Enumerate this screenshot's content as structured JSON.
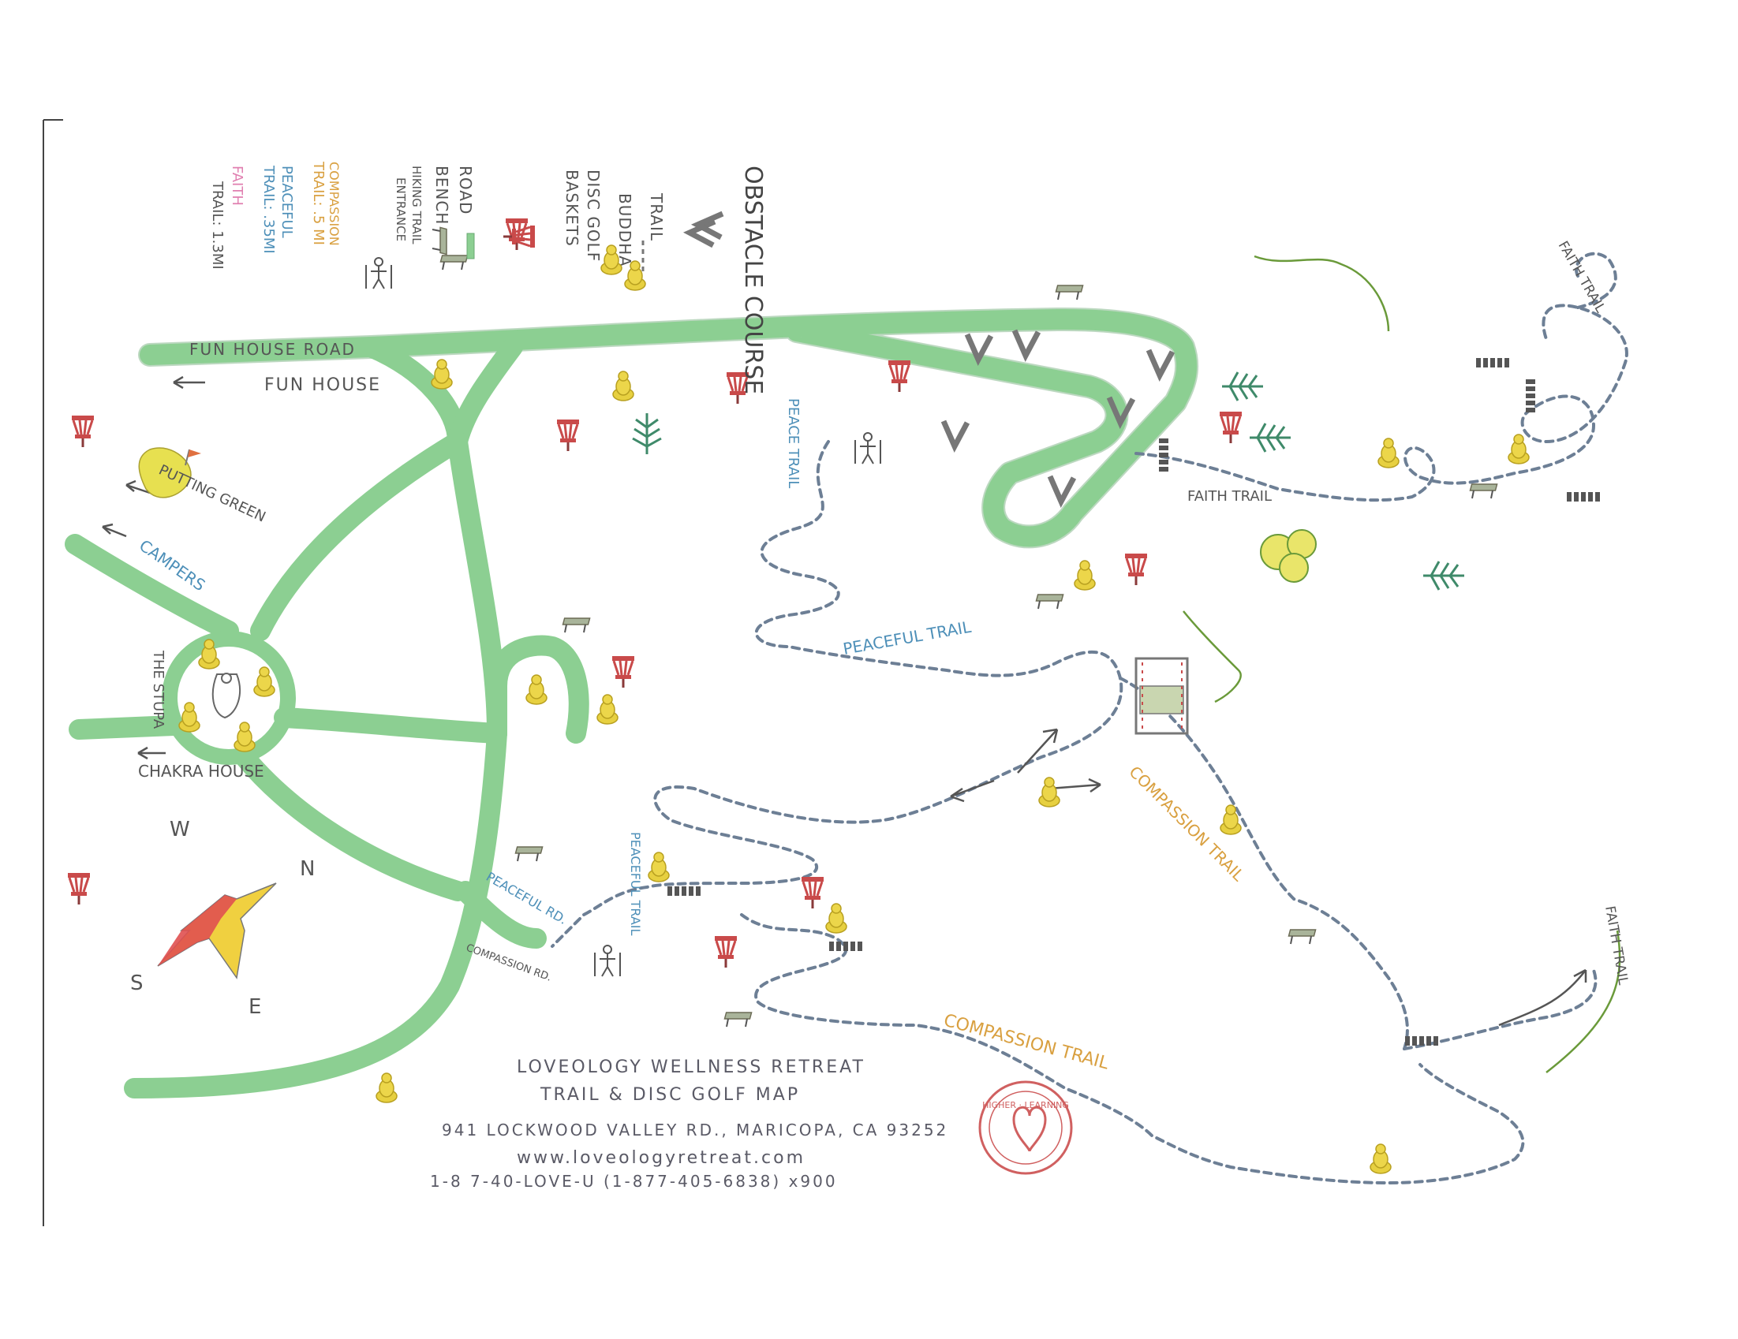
{
  "title": {
    "line1": "LOVEOLOGY WELLNESS RETREAT",
    "line2": "TRAIL & DISC GOLF MAP",
    "address": "941 LOCKWOOD VALLEY RD., MARICOPA, CA 93252",
    "website": "www.loveologyretreat.com",
    "phone": "1-8 7-40-LOVE-U  (1-877-405-6838) x900"
  },
  "legend": {
    "obstacle_course": "OBSTACLE COURSE",
    "trail": "TRAIL",
    "buddha": "BUDDHA",
    "disc_golf": "DISC GOLF",
    "baskets": "BASKETS",
    "road": "ROAD",
    "bench": "BENCH",
    "hiking_trail": "HIKING TRAIL",
    "entrance": "ENTRANCE",
    "compassion": "COMPASSION",
    "compassion_len": "TRAIL: .5 MI",
    "peaceful": "PEACEFUL",
    "peaceful_len": "TRAIL: .35MI",
    "faith": "FAITH",
    "faith_len": "TRAIL: 1.3MI"
  },
  "labels": {
    "fun_house_road": "FUN HOUSE ROAD",
    "fun_house": "FUN HOUSE",
    "putting_green": "PUTTING GREEN",
    "campers": "CAMPERS",
    "the_stupa": "THE STUPA",
    "chakra_house": "CHAKRA HOUSE",
    "peace_trail": "PEACE TRAIL",
    "peaceful_trail_mid": "PEACEFUL TRAIL",
    "faith_trail_mid": "FAITH TRAIL",
    "faith_trail_top": "FAITH TRAIL",
    "faith_trail_bottom": "FAITH TRAIL",
    "compassion_trail_mid": "COMPASSION TRAIL",
    "compassion_trail_low": "COMPASSION TRAIL",
    "peaceful_trail_low": "PEACEFUL TRAIL",
    "peaceful_rd": "PEACEFUL RD.",
    "compassion_rd": "COMPASSION RD.",
    "stamp_text": "HIGHER · LEARNING"
  },
  "compass": {
    "n": "N",
    "s": "S",
    "e": "E",
    "w": "W"
  },
  "colors": {
    "road": "#8ccf92",
    "trail": "#6d7f95",
    "buddha": "#e7d040",
    "basket": "#c94a4a",
    "label_blue": "#4d8fb8",
    "label_orange": "#d9a040",
    "label_pink": "#e07fb0",
    "star_red": "#e05050",
    "star_yellow": "#f0d040"
  },
  "icons": {
    "buddha": "buddha-icon",
    "basket": "disc-golf-basket-icon",
    "bench": "bench-icon",
    "tree": "pine-tree-icon",
    "entrance": "hiking-trail-entrance-icon",
    "obstacle": "obstacle-icon",
    "ladder": "ladder-steps-icon"
  }
}
